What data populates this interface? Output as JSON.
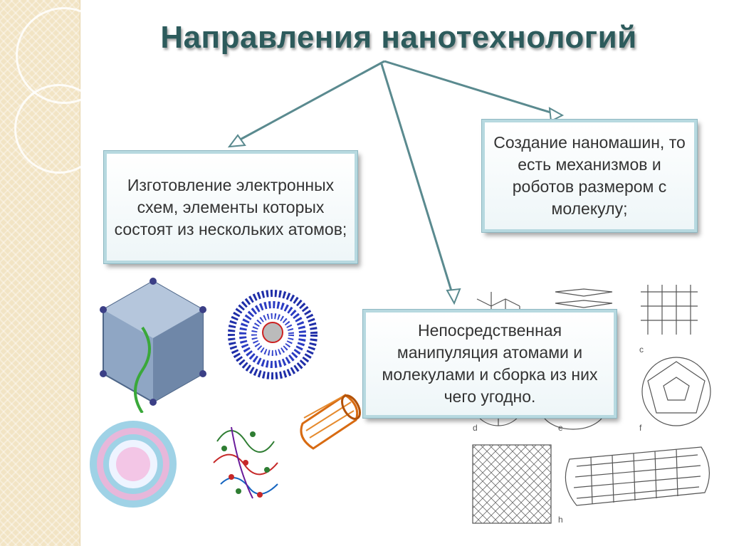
{
  "slide": {
    "title": "Направления нанотехнологий",
    "boxes": {
      "electronics": "Изготовление электронных схем, элементы которых состоят из нескольких атомов;",
      "nanomachines": "Создание наномашин, то есть механизмов и роботов размером с молекулу;",
      "manipulation": "Непосредственная манипуляция атомами и молекулами и сборка из них чего угодно."
    },
    "panel_letters": [
      "c",
      "d",
      "e",
      "f",
      "h"
    ],
    "colors": {
      "title": "#2d5b5c",
      "box_border": "#b7d9e0",
      "arrow": "#5a8a8f"
    },
    "icons": [
      "nanocrystal-cube-icon",
      "dendrimer-sphere-icon",
      "nanotube-orange-icon",
      "liposome-icon",
      "protein-cluster-icon",
      "carbon-allotropes-panel-icon"
    ]
  }
}
